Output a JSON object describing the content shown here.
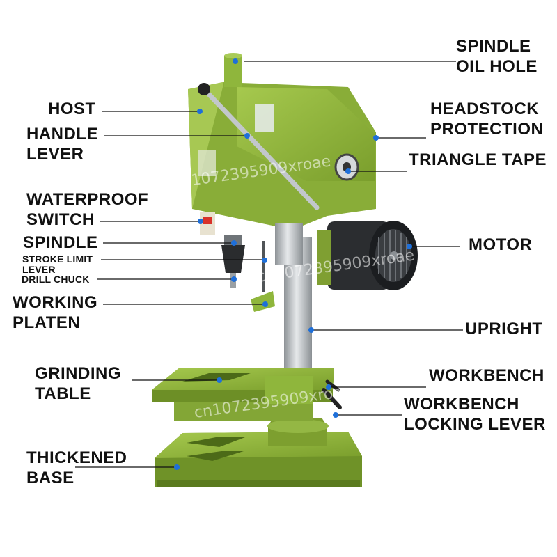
{
  "labels": {
    "spindle_oil_hole": [
      "SPINDLE",
      "OIL HOLE"
    ],
    "headstock_protection": [
      "HEADSTOCK",
      "PROTECTION"
    ],
    "triangle_tape": "TRIANGLE TAPE",
    "motor": "MOTOR",
    "upright": "UPRIGHT",
    "workbench": "WORKBENCH",
    "workbench_locking_lever": [
      "WORKBENCH",
      "LOCKING LEVER"
    ],
    "host": "HOST",
    "handle_lever": [
      "HANDLE",
      "LEVER"
    ],
    "waterproof_switch": [
      "WATERPROOF",
      "SWITCH"
    ],
    "spindle": "SPINDLE",
    "stroke_limit_lever": [
      "STROKE LIMIT",
      "LEVER"
    ],
    "drill_chuck": "DRILL CHUCK",
    "working_platen": [
      "WORKING",
      "PLATEN"
    ],
    "grinding_table": [
      "GRINDING",
      "TABLE"
    ],
    "thickened_base": [
      "THICKENED",
      "BASE"
    ]
  },
  "watermark": "cn1072395909xroae",
  "colors": {
    "machine_green": "#8fb63c",
    "machine_green_dark": "#5f7e22",
    "marker_blue": "#1e6fd9",
    "motor_black": "#1b1d20",
    "column_steel": "#bfc4c8"
  }
}
